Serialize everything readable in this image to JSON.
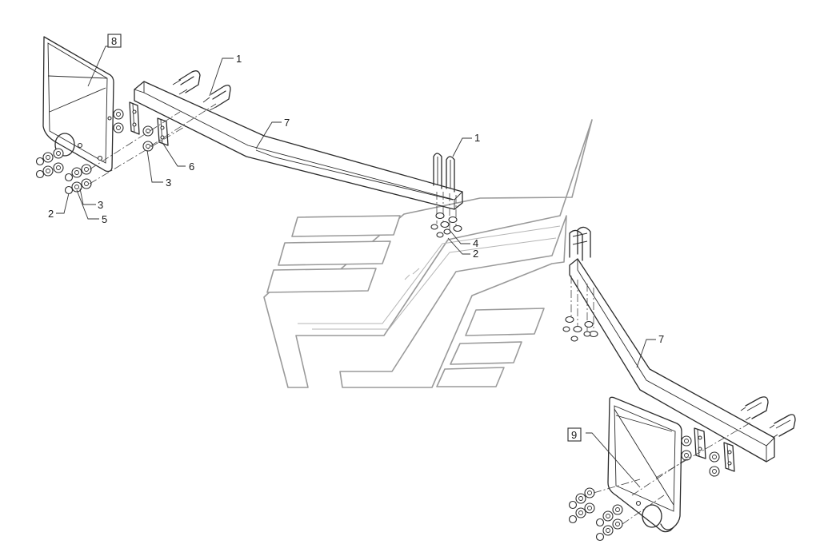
{
  "callouts": {
    "c1a": "1",
    "c1b": "1",
    "c7a": "7",
    "c7b": "7",
    "c6": "6",
    "c3a": "3",
    "c3b": "3",
    "c2a": "2",
    "c5": "5",
    "c4": "4",
    "c2b": "2",
    "c8": "8",
    "c9": "9"
  }
}
